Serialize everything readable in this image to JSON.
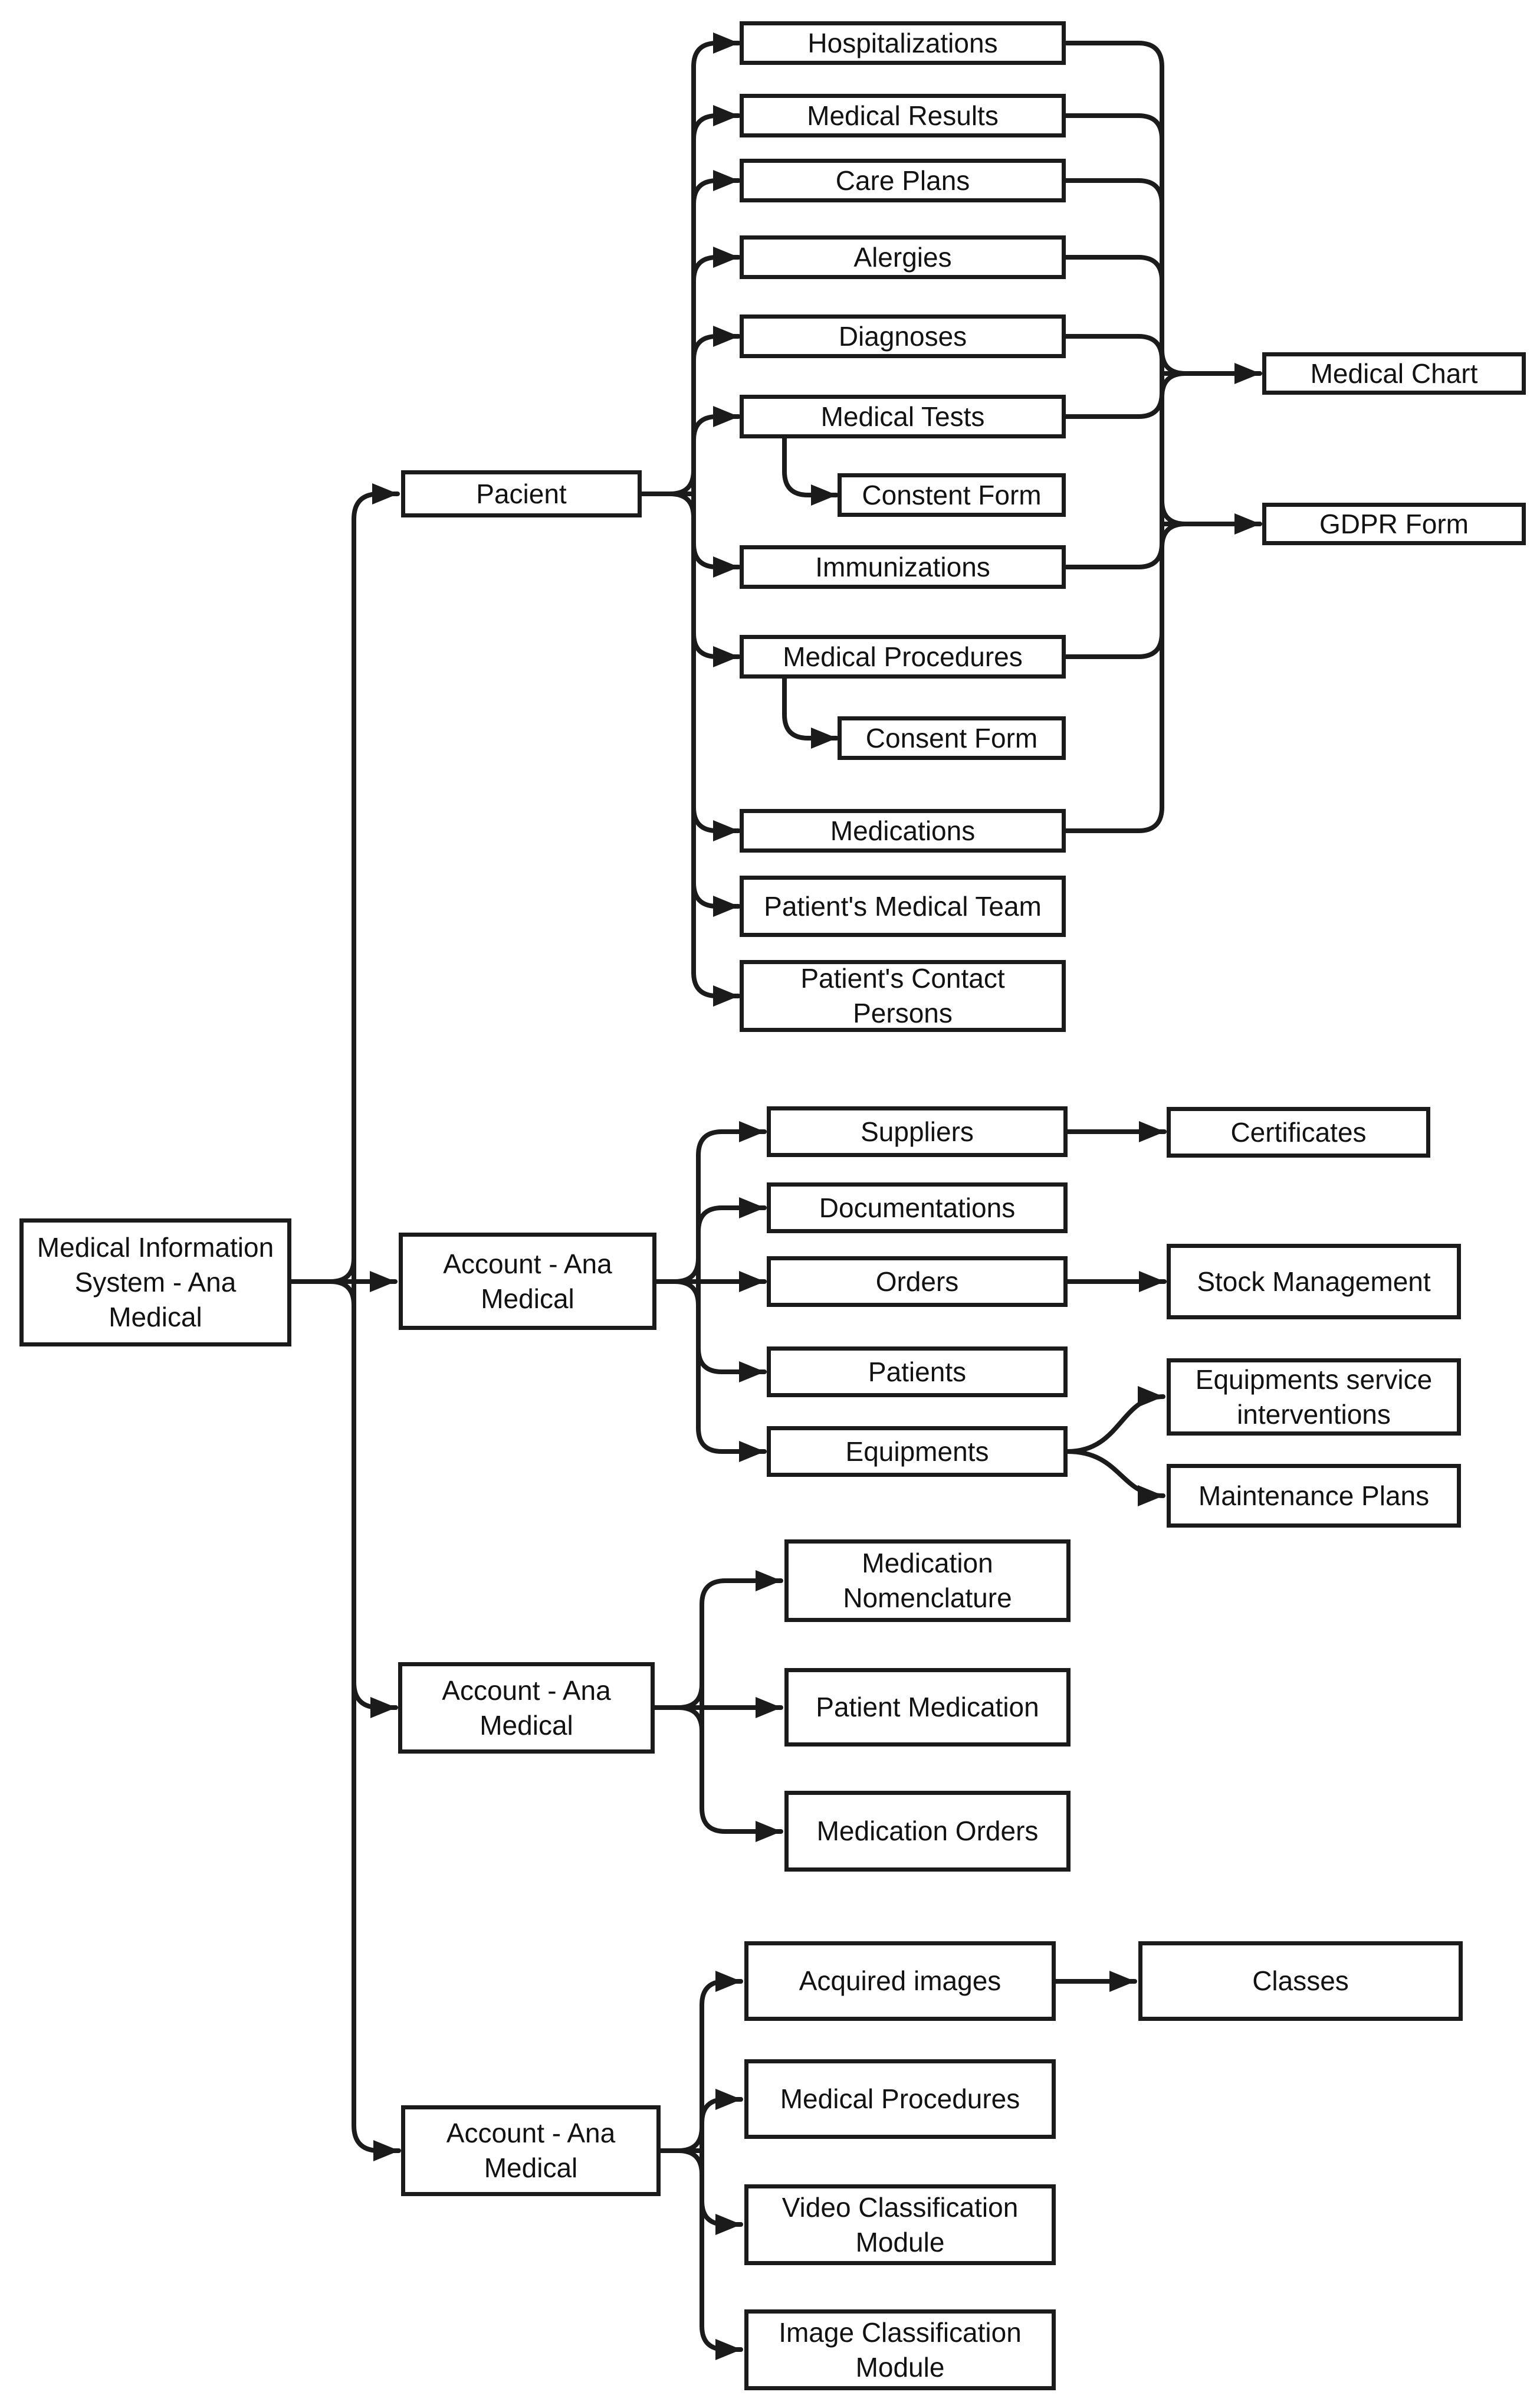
{
  "diagram": {
    "type": "hierarchy-flowchart",
    "colors": {
      "line": "#1b1b1b",
      "box_border": "#1b1b1b",
      "box_fill": "#ffffff",
      "text": "#121212",
      "background": "#ffffff"
    },
    "root_label": "Medical Information\nSystem - Ana\nMedical",
    "patient_branch": {
      "label": "Pacient",
      "children": {
        "hospitalizations": "Hospitalizations",
        "medical_results": "Medical Results",
        "care_plans": "Care Plans",
        "alergies": "Alergies",
        "diagnoses": "Diagnoses",
        "medical_tests": "Medical Tests",
        "constent_form": "Constent Form",
        "immunizations": "Immunizations",
        "medical_procedures": "Medical Procedures",
        "consent_form": "Consent Form",
        "medications": "Medications",
        "medical_team": "Patient's Medical Team",
        "contact_persons": "Patient's Contact\nPersons"
      },
      "shared_targets": {
        "medical_chart": "Medical Chart",
        "gdpr_form": "GDPR Form"
      }
    },
    "inventory_branch": {
      "label": "Account - Ana\nMedical",
      "children": {
        "suppliers": "Suppliers",
        "documentations": "Documentations",
        "orders": "Orders",
        "patients": "Patients",
        "equipments": "Equipments"
      },
      "sub_targets": {
        "certificates": "Certificates",
        "stock_management": "Stock Management",
        "equipment_interventions": "Equipments service\ninterventions",
        "maintenance_plans": "Maintenance Plans"
      }
    },
    "medication_branch": {
      "label": "Account - Ana\nMedical",
      "children": {
        "medication_nomenclature": "Medication\nNomenclature",
        "patient_medication": "Patient Medication",
        "medication_orders": "Medication Orders"
      }
    },
    "imaging_branch": {
      "label": "Account - Ana\nMedical",
      "children": {
        "acquired_images": "Acquired images",
        "medical_procedures": "Medical Procedures",
        "video_module": "Video Classification\nModule",
        "image_module": "Image Classification\nModule"
      },
      "sub_targets": {
        "classes": "Classes"
      }
    }
  }
}
